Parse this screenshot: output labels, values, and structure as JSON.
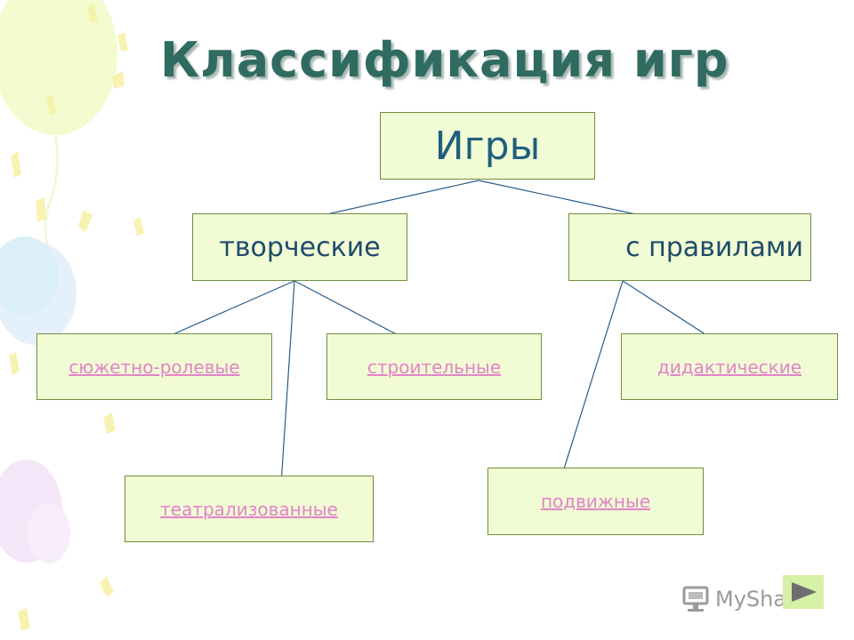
{
  "title": "Классификация игр",
  "root": {
    "label": "Игры"
  },
  "categories": [
    {
      "label": "творческие"
    },
    {
      "label": "с правилами"
    }
  ],
  "leaves": [
    {
      "label": "сюжетно-ролевые"
    },
    {
      "label": "строительные"
    },
    {
      "label": "дидактические"
    },
    {
      "label": "театрализованные"
    },
    {
      "label": "подвижные"
    }
  ],
  "edges": [
    [
      "Игры",
      "творческие"
    ],
    [
      "Игры",
      "с правилами"
    ],
    [
      "творческие",
      "сюжетно-ролевые"
    ],
    [
      "творческие",
      "строительные"
    ],
    [
      "творческие",
      "театрализованные"
    ],
    [
      "с правилами",
      "дидактические"
    ],
    [
      "с правилами",
      "подвижные"
    ]
  ],
  "watermark": {
    "text": "MyShared"
  },
  "colors": {
    "title": "#2f6b60",
    "box_fill": "#f1fbd4",
    "box_border": "#6f8f3f",
    "root_text": "#1f5f7e",
    "category_text": "#1e4b6b",
    "link_text": "#e384c8",
    "arrow": "#2b5d89"
  },
  "icons": [
    "balloon-decoration",
    "confetti-decoration",
    "monitor-icon",
    "next-slide-icon"
  ]
}
